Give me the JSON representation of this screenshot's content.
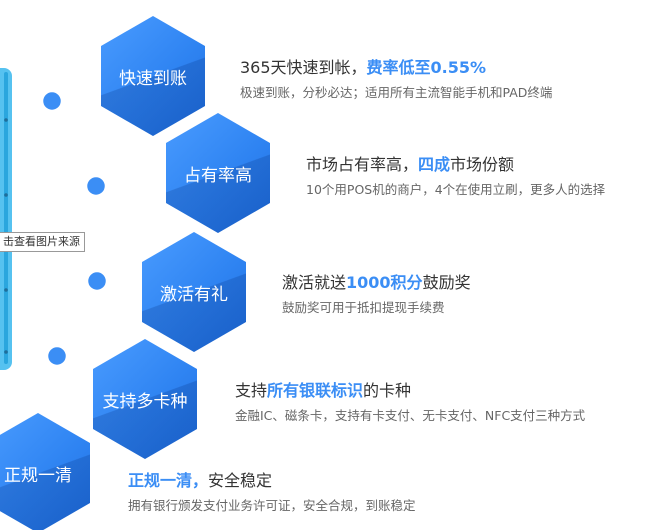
{
  "features": [
    {
      "hex_label": "快速到账",
      "title_parts": [
        {
          "text": "365天快速到帐，",
          "highlight": false
        },
        {
          "text": "费率低至0.55%",
          "highlight": true
        }
      ],
      "subtitle": "极速到账，分秒必达；适用所有主流智能手机和PAD终端"
    },
    {
      "hex_label": "占有率高",
      "title_parts": [
        {
          "text": "市场占有率高，",
          "highlight": false
        },
        {
          "text": "四成",
          "highlight": true
        },
        {
          "text": "市场份额",
          "highlight": false
        }
      ],
      "subtitle": "10个用POS机的商户，4个在使用立刷，更多人的选择"
    },
    {
      "hex_label": "激活有礼",
      "title_parts": [
        {
          "text": "激活就送",
          "highlight": false
        },
        {
          "text": "1000积分",
          "highlight": true
        },
        {
          "text": "鼓励奖",
          "highlight": false
        }
      ],
      "subtitle": "鼓励奖可用于抵扣提现手续费"
    },
    {
      "hex_label": "支持多卡种",
      "title_parts": [
        {
          "text": "支持",
          "highlight": false
        },
        {
          "text": "所有银联标识",
          "highlight": true
        },
        {
          "text": "的卡种",
          "highlight": false
        }
      ],
      "subtitle": "金融IC、磁条卡，支持有卡支付、无卡支付、NFC支付三种方式"
    },
    {
      "hex_label": "正规一清",
      "title_parts": [
        {
          "text": "正规一清，",
          "highlight": true
        },
        {
          "text": "安全稳定",
          "highlight": false
        }
      ],
      "subtitle": "拥有银行颁发支付业务许可证，安全合规，到账稳定"
    }
  ],
  "tooltip": "击查看图片来源",
  "colors": {
    "accent": "#3b8ef5",
    "hex_blue": "#3a8cf5",
    "ring": "#2f84f2",
    "device": "#5fc6f2"
  },
  "icons": {
    "ring_dot": "circle-dot-icon"
  }
}
